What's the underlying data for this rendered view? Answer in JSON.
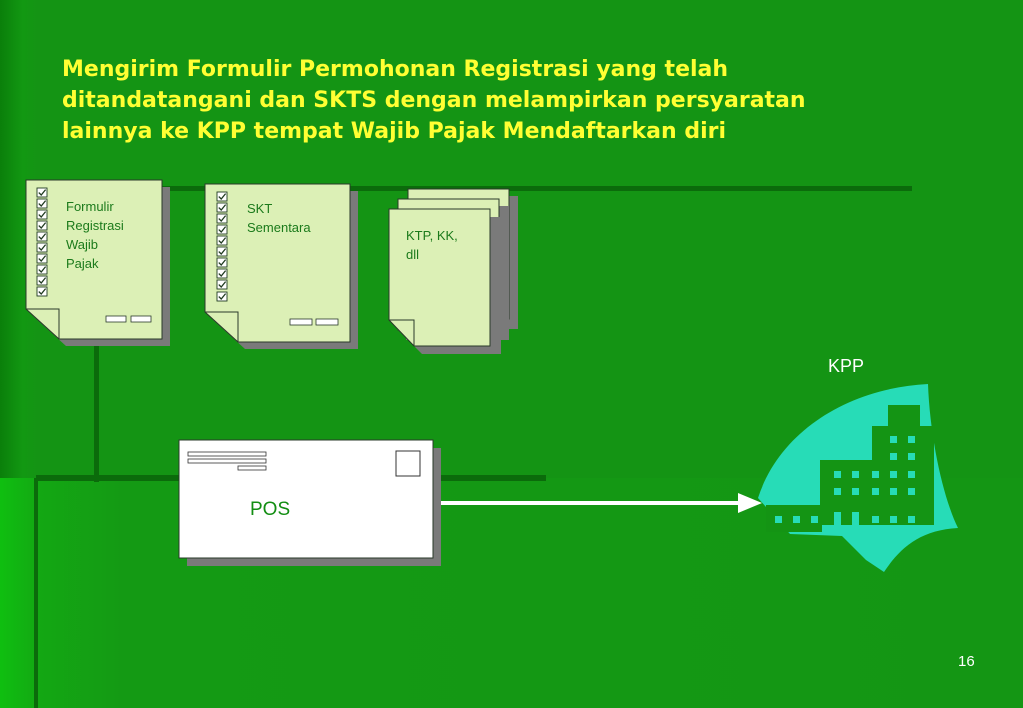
{
  "slide": {
    "title": "Mengirim Formulir Permohonan Registrasi yang telah\nditandatangani dan SKTS dengan melampirkan persyaratan\nlainnya ke KPP tempat Wajib Pajak Mendaftarkan diri",
    "page_number": "16"
  },
  "documents": [
    {
      "label": "Formulir\nRegistrasi\nWajib\nPajak",
      "icon": "checklist-document-icon"
    },
    {
      "label": "SKT\nSementara",
      "icon": "checklist-document-icon"
    },
    {
      "label": "KTP, KK,\ndll",
      "icon": "stacked-documents-icon"
    }
  ],
  "envelope": {
    "label": "POS",
    "icon": "envelope-icon"
  },
  "destination": {
    "label": "KPP",
    "icon": "office-building-icon"
  },
  "flow": {
    "arrow": "arrow-right-icon",
    "from": "POS",
    "to": "KPP"
  },
  "colors": {
    "background": "#149414",
    "title": "#ffff33",
    "document_fill": "#dcf0b6",
    "document_text": "#1b7a1b",
    "building_accent": "#27dcb7",
    "arrow": "#ffffff"
  }
}
